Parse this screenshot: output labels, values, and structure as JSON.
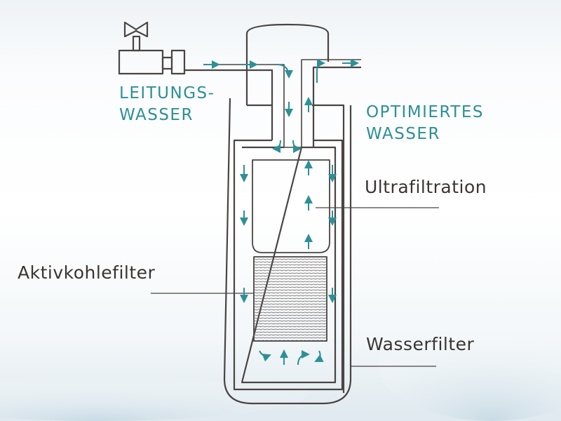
{
  "labels": {
    "input": [
      "LEITUNGS-",
      "WASSER"
    ],
    "output": [
      "OPTIMIERTES",
      "WASSER"
    ],
    "ultrafiltration": "Ultrafiltration",
    "activated_carbon": "Aktivkohlefilter",
    "water_filter": "Wasserfilter"
  },
  "colors": {
    "accent": "#2c9097",
    "line": "#4a4442"
  }
}
